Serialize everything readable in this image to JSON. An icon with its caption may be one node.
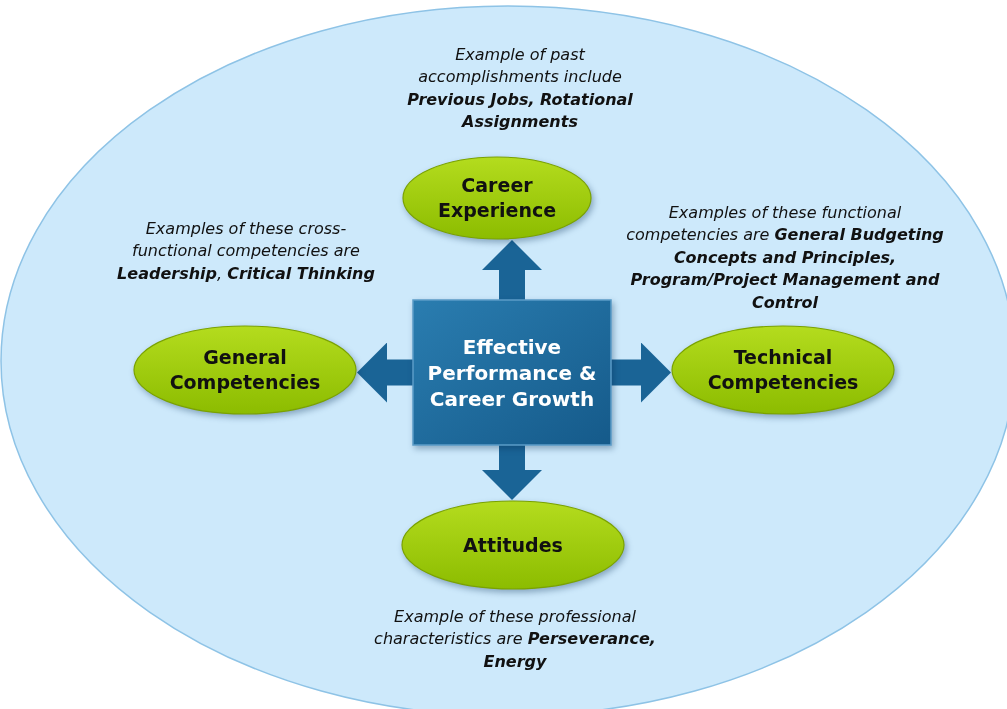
{
  "diagram": {
    "nodes": [
      {
        "text": [],
        "shape": "circle"
      },
      {
        "text": [
          "Career Experience"
        ],
        "in": 0,
        "beside": [
          "Example of past accomplishments include **Previous Jobs, Rotational Assignments**"
        ]
      },
      {
        "text": [
          "General Competencies"
        ],
        "in": 0,
        "beside": [
          "Examples of these cross-functional competencies are **Leadership**, **Critical Thinking**"
        ]
      },
      {
        "text": [
          "Effective Performance & Career Growth"
        ],
        "in": 0
      },
      {
        "text": [
          "Technical Competencies"
        ],
        "in": 0,
        "beside": [
          "Examples of these functional competencies are **General Budgeting Concepts and Principles, Program/Project Management and Control**"
        ]
      },
      {
        "text": [
          "Attitudes"
        ],
        "in": 0,
        "beside": [
          "Example of these professional characteristics are **Perseverance, Energy**"
        ]
      }
    ],
    "edges": [
      {
        "from": 3,
        "to": 1,
        "arrow": "to"
      },
      {
        "from": 3,
        "to": 2,
        "arrow": "to"
      },
      {
        "from": 3,
        "to": 4,
        "arrow": "to"
      },
      {
        "from": 3,
        "to": 5,
        "arrow": "to"
      }
    ]
  }
}
